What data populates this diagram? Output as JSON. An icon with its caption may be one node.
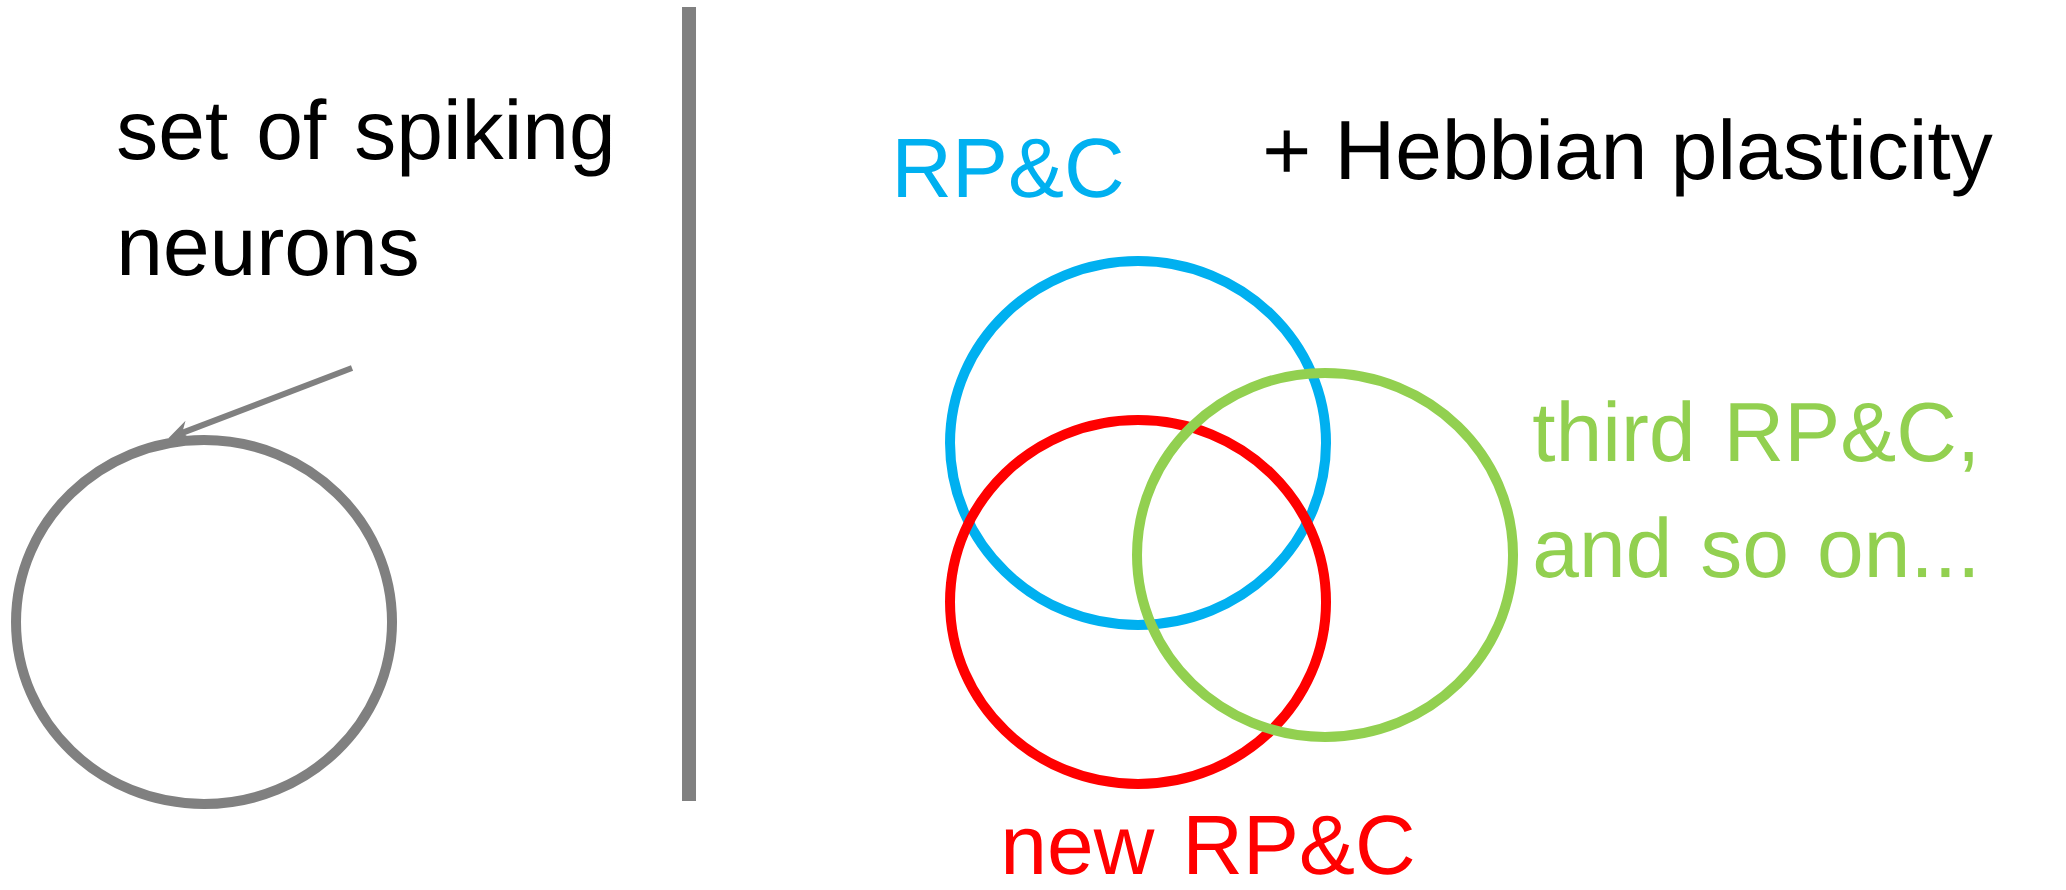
{
  "diagram": {
    "nodes": [
      {
        "text": [
          "set of spiking neurons"
        ]
      },
      {
        "text": [],
        "shape": "circle"
      },
      {
        "text": [
          "RP&C"
        ]
      },
      {
        "text": [
          "new RP&C"
        ]
      },
      {
        "text": [
          "third RP&C, and so on..."
        ]
      }
    ],
    "edges": [
      {
        "from": 0,
        "to": 1,
        "arrow": "to",
        "color": "#808080"
      }
    ],
    "labels": [
      "+ Hebbian plasticity"
    ]
  }
}
